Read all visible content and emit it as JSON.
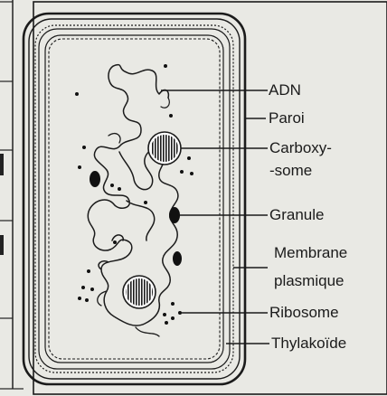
{
  "labels": {
    "adn": "ADN",
    "paroi": "Paroi",
    "carboxysome_line1": "Carboxy-",
    "carboxysome_line2": "-some",
    "granule": "Granule",
    "membrane_line1": "Membrane",
    "membrane_line2": "plasmique",
    "ribosome": "Ribosome",
    "thylakoide": "Thylakoïde"
  },
  "colors": {
    "background": "#e9e9e4",
    "ink": "#1b1b1b"
  }
}
